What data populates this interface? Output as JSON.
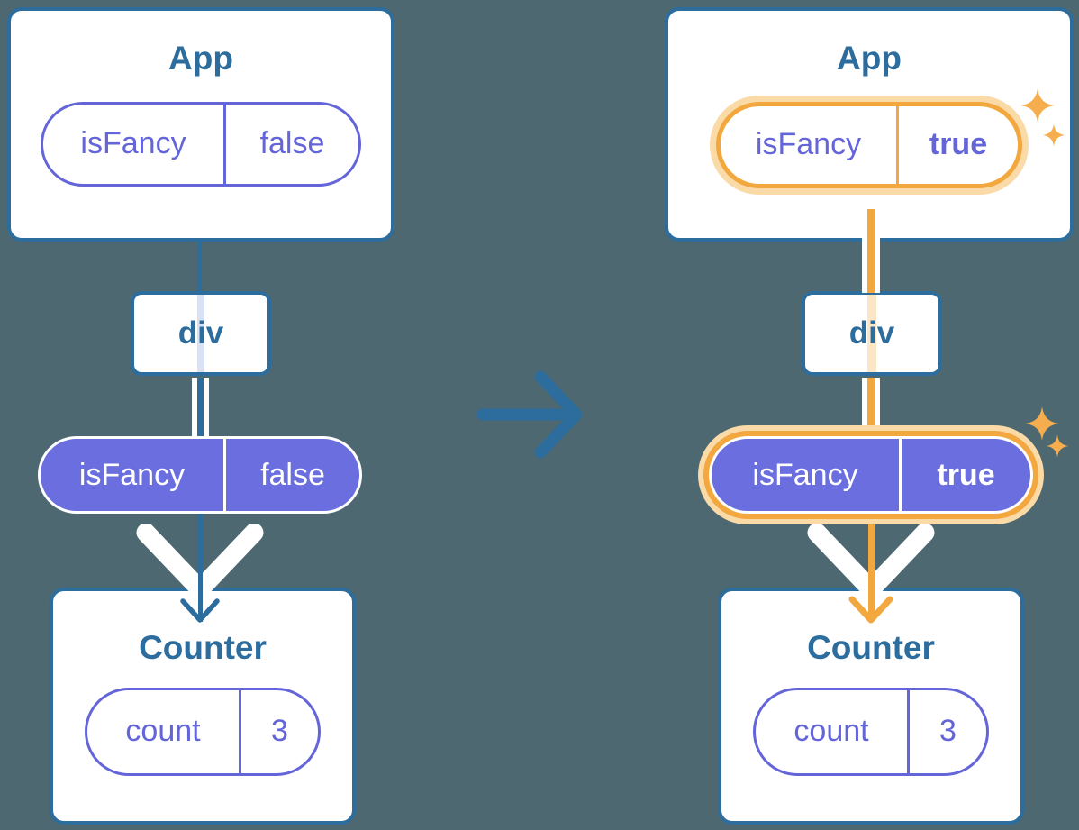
{
  "colors": {
    "bg": "#4D6870",
    "card_bg": "#FFFFFF",
    "stroke_blue": "#2D6D9E",
    "title_text": "#2D6D9E",
    "purple": "#6365D9",
    "purple_fill": "#6A6EDE",
    "trace_blue": "#D9E1F4",
    "trace_orange": "#FBE7C7",
    "orange": "#F2A73F",
    "orange_glow": "#FADAA6",
    "star": "#F6AD4D",
    "flow_white": "#FFFFFF"
  },
  "before": {
    "app": {
      "title": "App",
      "prop_key": "isFancy",
      "prop_value": "false"
    },
    "div_label": "div",
    "prop_key": "isFancy",
    "prop_value": "false",
    "counter": {
      "title": "Counter",
      "state_key": "count",
      "state_value": "3"
    }
  },
  "after": {
    "app": {
      "title": "App",
      "prop_key": "isFancy",
      "prop_value": "true"
    },
    "div_label": "div",
    "prop_key": "isFancy",
    "prop_value": "true",
    "counter": {
      "title": "Counter",
      "state_key": "count",
      "state_value": "3"
    }
  }
}
